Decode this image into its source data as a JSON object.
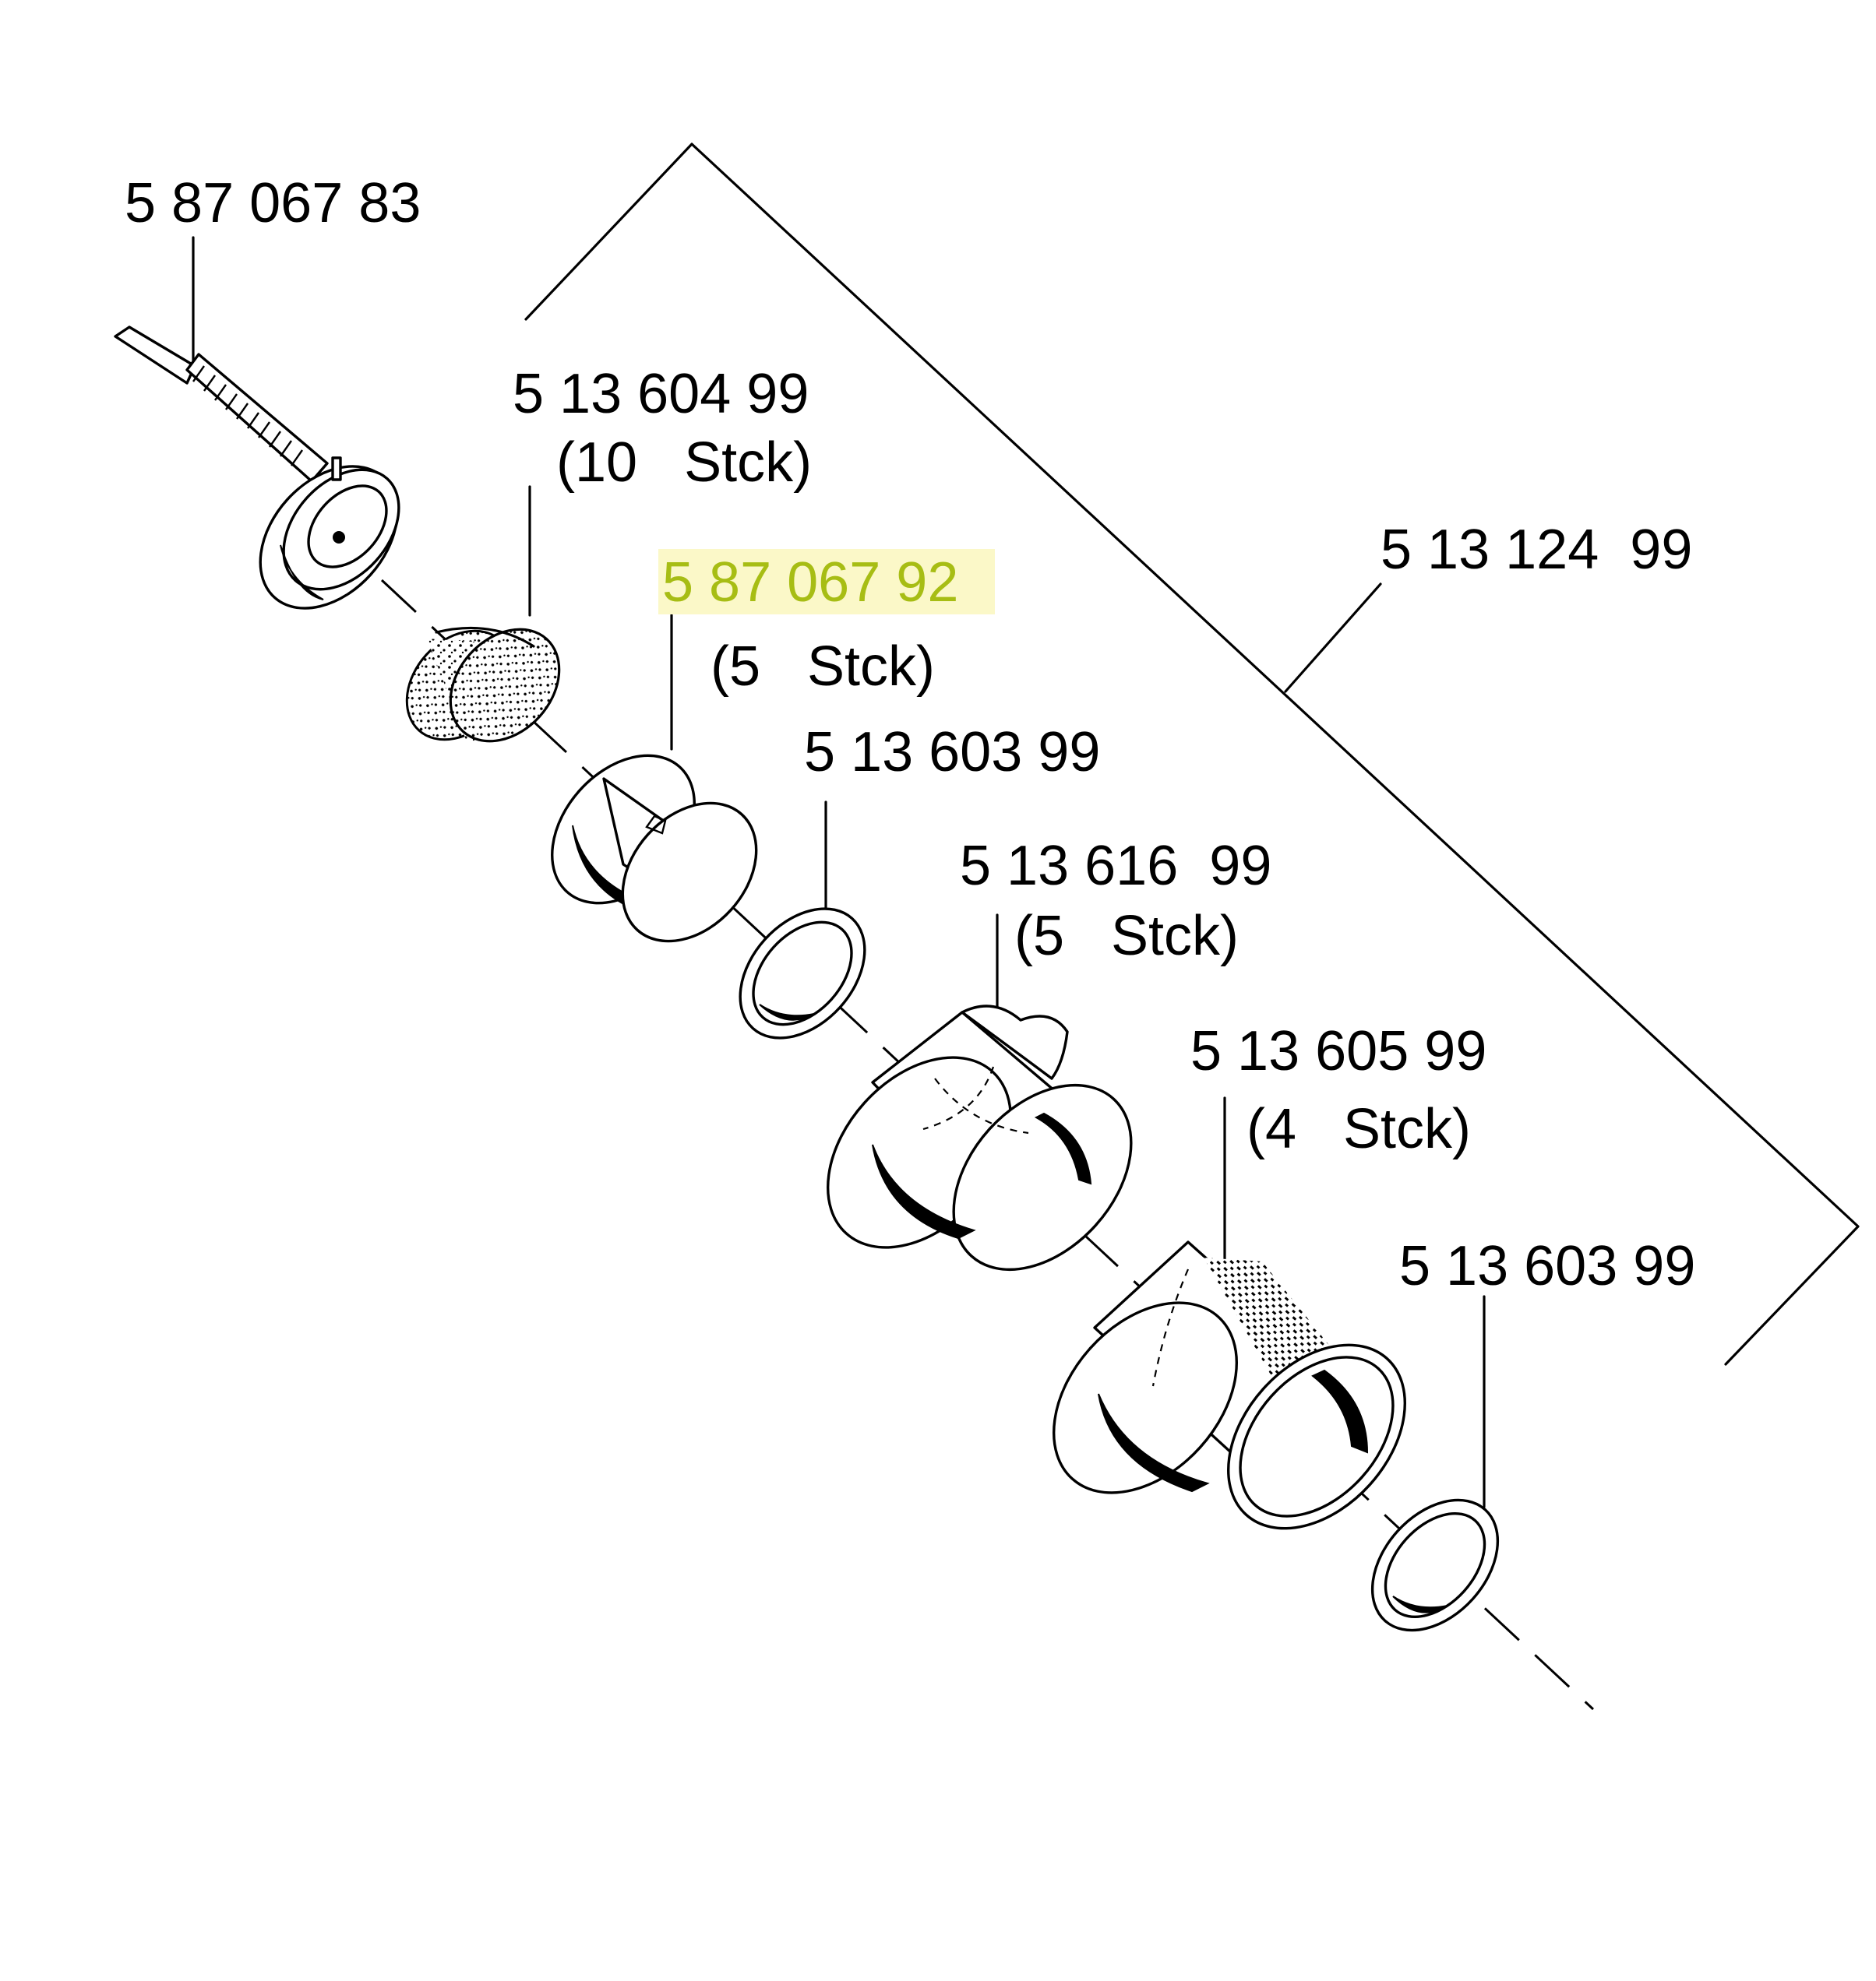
{
  "parts": {
    "spindle": {
      "number": "5 87 067 83"
    },
    "filter": {
      "number": "5 13 604 99",
      "qty": "(10   Stck)"
    },
    "bushing": {
      "number": "5 87 067 92",
      "qty": "(5   Stck)"
    },
    "washer_a": {
      "number": "5 13 603 99"
    },
    "sleeve": {
      "number": "5 13 616  99",
      "qty": "(5   Stck)"
    },
    "screen": {
      "number": "5 13 605 99",
      "qty": "(4   Stck)"
    },
    "washer_b": {
      "number": "5 13 603 99"
    },
    "kit": {
      "number": "5 13 124  99"
    }
  },
  "colors": {
    "highlight_text": "#a7bd14",
    "highlight_bg": "#fbf8c8"
  }
}
